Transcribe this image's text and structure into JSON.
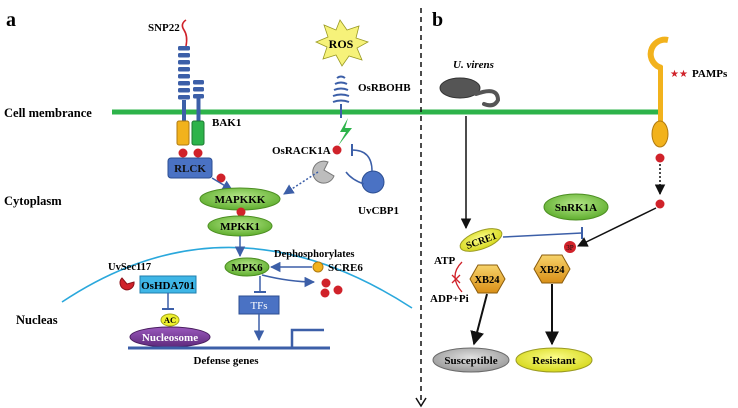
{
  "panels": {
    "a": "a",
    "b": "b"
  },
  "regions": {
    "cell_membrance": "Cell membrance",
    "cytoplasm": "Cytoplasm",
    "nucleas": "Nucleas"
  },
  "panel_a": {
    "snp22": "SNP22",
    "bak1": "BAK1",
    "ros": "ROS",
    "osrbohb": "OsRBOHB",
    "osrack1a": "OsRACK1A",
    "rlck": "RLCK",
    "uvcbp1": "UvCBP1",
    "mapkkk": "MAPKKK",
    "mpkk1": "MPKK1",
    "mpk6": "MPK6",
    "dephosphorylates": "Dephosphorylates",
    "scre6": "SCRE6",
    "uvsec117": "UvSec117",
    "oshda701": "OsHDA701",
    "tfs": "TFs",
    "ac": "AC",
    "nucleosome": "Nucleosome",
    "defense_genes": "Defense genes",
    "phospho": "P"
  },
  "panel_b": {
    "u_virens": "U. virens",
    "pamps": "PAMPs",
    "snrk1a": "SnRK1A",
    "scre1": "SCRE1",
    "atp": "ATP",
    "adp_pi": "ADP+Pi",
    "xb24_left": "XB24",
    "xb24_right": "XB24",
    "susceptible": "Susceptible",
    "resistant": "Resistant",
    "phospho_3p": "3P",
    "phospho": "P"
  },
  "colors": {
    "membrane": "#2db34a",
    "receptor_blue": "#3c5fa8",
    "rlck_blue": "#4a72c4",
    "green_ellipse": "#7ec94a",
    "phospho_red": "#d0222a",
    "ros_yellow": "#f6f27a",
    "xb24_orange": "#e4a62a",
    "susceptible_gray": "#b8b8b8",
    "resistant_yellow": "#eef02e",
    "nucleus_cyan": "#2aa8dc",
    "nucleosome_purple": "#7a3a9a"
  }
}
